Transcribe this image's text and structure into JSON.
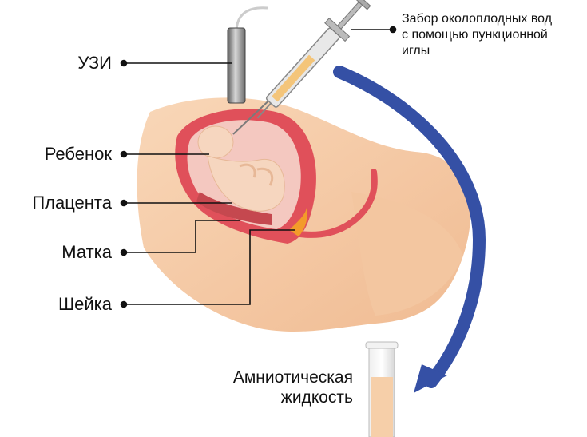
{
  "labels": {
    "ultrasound": "УЗИ",
    "baby": "Ребенок",
    "placenta": "Плацента",
    "uterus": "Матка",
    "cervix": "Шейка"
  },
  "needle_note": {
    "line1": "Забор околоплодных вод",
    "line2": "с помощью пункционной",
    "line3": "иглы"
  },
  "fluid_label": {
    "line1": "Амниотическая",
    "line2": "жидкость"
  },
  "colors": {
    "skin": "#f6c9a4",
    "uterus": "#e0505a",
    "fluid": "#f4c8c0",
    "fetus": "#f6d6bf",
    "arrow": "#3550a5",
    "leader": "#111111"
  }
}
